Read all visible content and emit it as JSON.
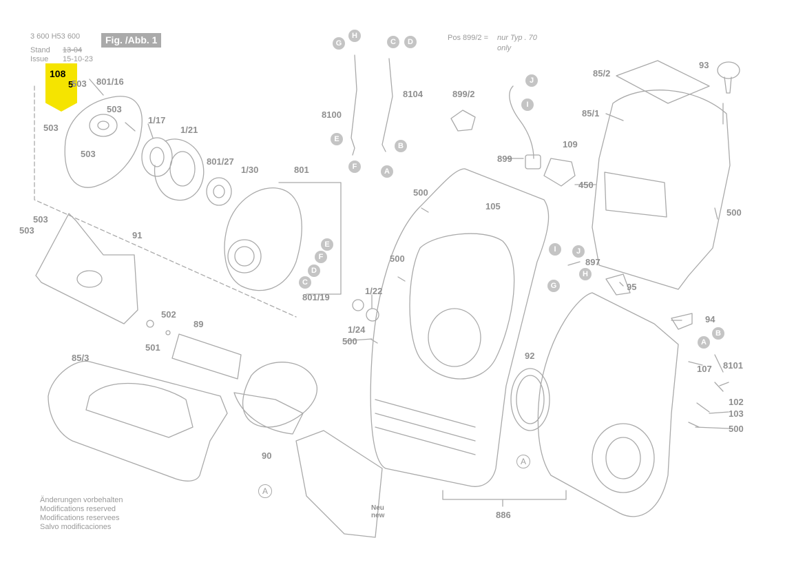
{
  "header": {
    "doc_number": "3 600 H53 600",
    "fig_label": "Fig. /Abb. 1",
    "stand_label": "Stand",
    "issue_label": "Issue",
    "stand_date": "13-04",
    "issue_date": "15-10-23"
  },
  "highlight": {
    "part_number": "108",
    "partial_label": "5"
  },
  "note": {
    "pos": "Pos 899/2 =",
    "text": "nur Typ . 70",
    "text2": "only"
  },
  "part_labels": {
    "p503a": "503",
    "p801_16": "801/16",
    "p503b": "503",
    "p503c": "503",
    "p503d": "503",
    "p1_17": "1/17",
    "p1_21": "1/21",
    "p801_27": "801/27",
    "p1_30": "1/30",
    "p801": "801",
    "p503e": "503",
    "p503f": "503",
    "p91": "91",
    "p801_19": "801/19",
    "p8100": "8100",
    "p8104": "8104",
    "p899_2": "899/2",
    "p899": "899",
    "p109": "109",
    "p85_2": "85/2",
    "p93": "93",
    "p85_1": "85/1",
    "p450": "450",
    "p500a": "500",
    "p105": "105",
    "p500b": "500",
    "p500c": "500",
    "p500d": "500",
    "p500e": "500",
    "p897": "897",
    "p95": "95",
    "p94": "94",
    "p8101": "8101",
    "p107": "107",
    "p102": "102",
    "p103": "103",
    "p1_22": "1/22",
    "p1_24": "1/24",
    "p92": "92",
    "p502": "502",
    "p89": "89",
    "p501": "501",
    "p85_3": "85/3",
    "p90": "90",
    "p886": "886",
    "neu": "Neu",
    "new": "new"
  },
  "callouts": {
    "H": "H",
    "G": "G",
    "C": "C",
    "D": "D",
    "E": "E",
    "F": "F",
    "B": "B",
    "A": "A",
    "J": "J",
    "I": "I"
  },
  "footer": {
    "line1": "Änderungen vorbehalten",
    "line2": "Modifications reserved",
    "line3": "Modifications reservees",
    "line4": "Salvo modificaciones"
  },
  "colors": {
    "drawing": "#a9a9a9",
    "highlight": "#f5e400",
    "badge": "#c4c4c4"
  }
}
